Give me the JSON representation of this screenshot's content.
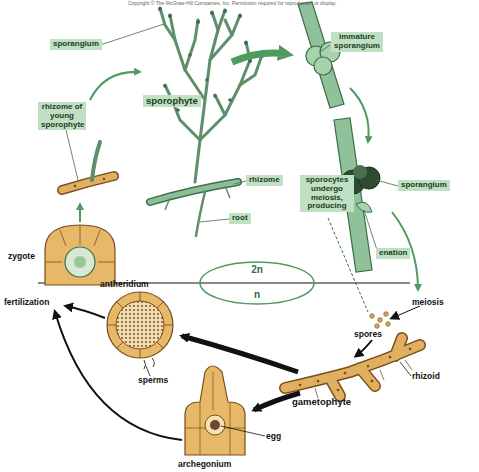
{
  "diagram": {
    "nodes": [
      {
        "text": [
          "sporangium"
        ]
      },
      {
        "text": [
          "sporophyte"
        ]
      },
      {
        "text": [
          "immature sporangium"
        ]
      },
      {
        "text": [
          "rhizome of young sporophyte"
        ]
      },
      {
        "text": [
          "rhizome"
        ]
      },
      {
        "text": [
          "root"
        ]
      },
      {
        "text": [
          "sporocytes undergo meiosis, producing"
        ]
      },
      {
        "text": [
          "sporangium"
        ]
      },
      {
        "text": [
          "enation"
        ]
      },
      {
        "text": [
          "2n",
          "n"
        ]
      }
    ],
    "labels": [
      "Copyright © The McGraw-Hill Companies, Inc. Permission required for reproduction or display.",
      "zygote",
      "fertilization",
      "meiosis",
      "spores",
      "antheridium",
      "sperms",
      "rhizoid",
      "gametophyte",
      "egg",
      "archegonium"
    ]
  }
}
